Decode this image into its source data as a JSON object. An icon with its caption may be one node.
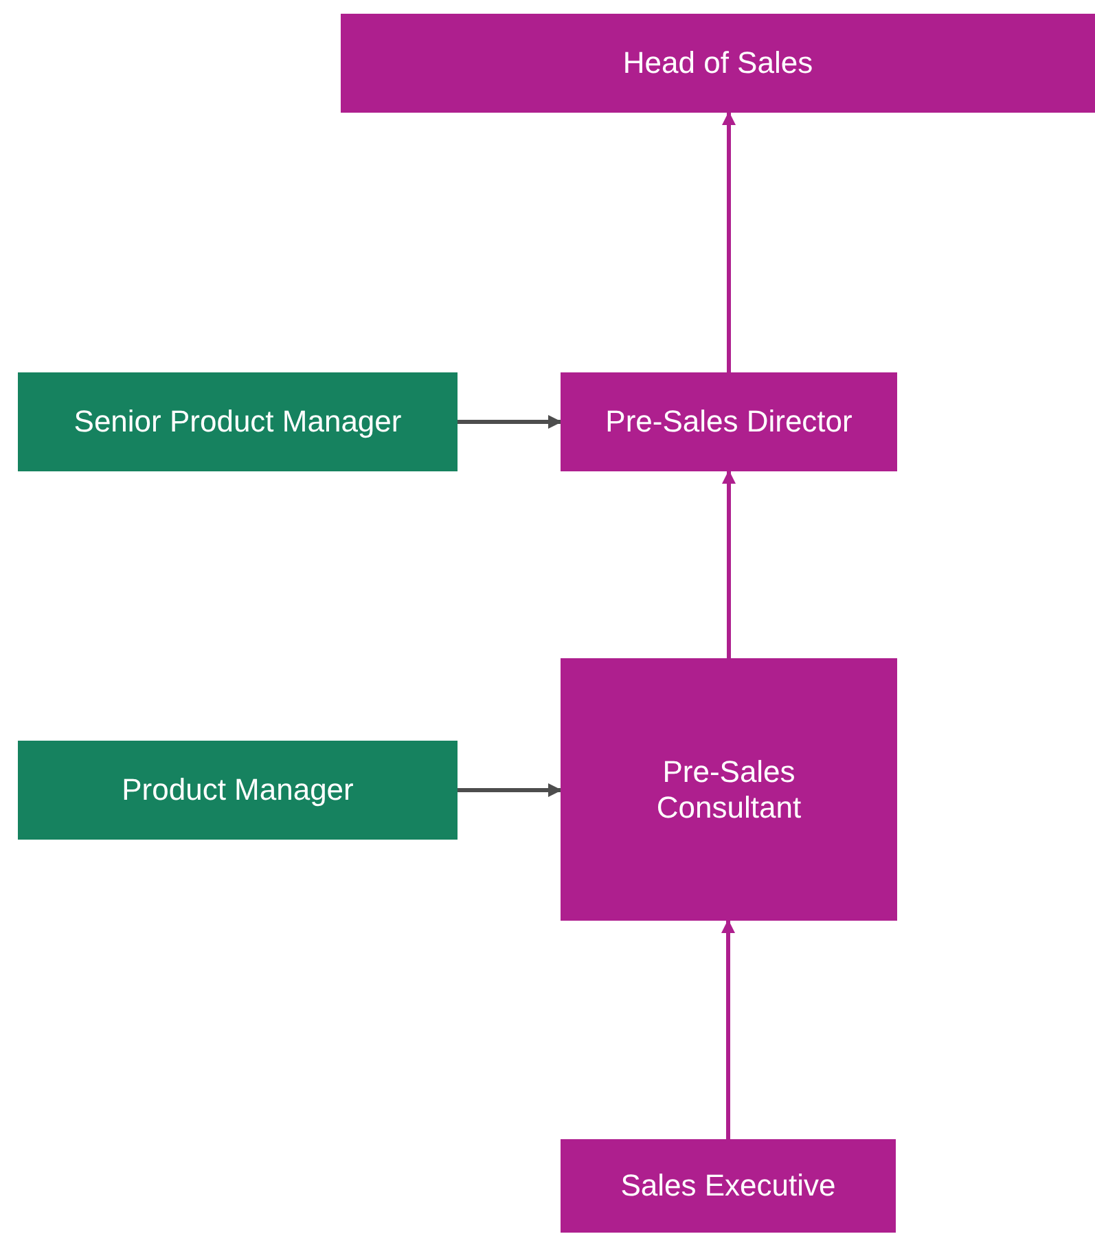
{
  "diagram": {
    "nodes": [
      {
        "text": [
          "Head of Sales"
        ]
      },
      {
        "text": [
          "Senior Product Manager"
        ]
      },
      {
        "text": [
          "Pre-Sales Director"
        ]
      },
      {
        "text": [
          "Product Manager"
        ]
      },
      {
        "text": [
          "Pre-Sales Consultant"
        ]
      },
      {
        "text": [
          "Sales Executive"
        ]
      }
    ],
    "edges": [
      {
        "from": 5,
        "to": 4,
        "arrow": "to"
      },
      {
        "from": 4,
        "to": 2,
        "arrow": "to"
      },
      {
        "from": 2,
        "to": 0,
        "arrow": "to"
      },
      {
        "from": 1,
        "to": 2,
        "arrow": "to",
        "color": "#4d4d4d"
      },
      {
        "from": 3,
        "to": 4,
        "arrow": "to",
        "color": "#4d4d4d"
      }
    ]
  }
}
